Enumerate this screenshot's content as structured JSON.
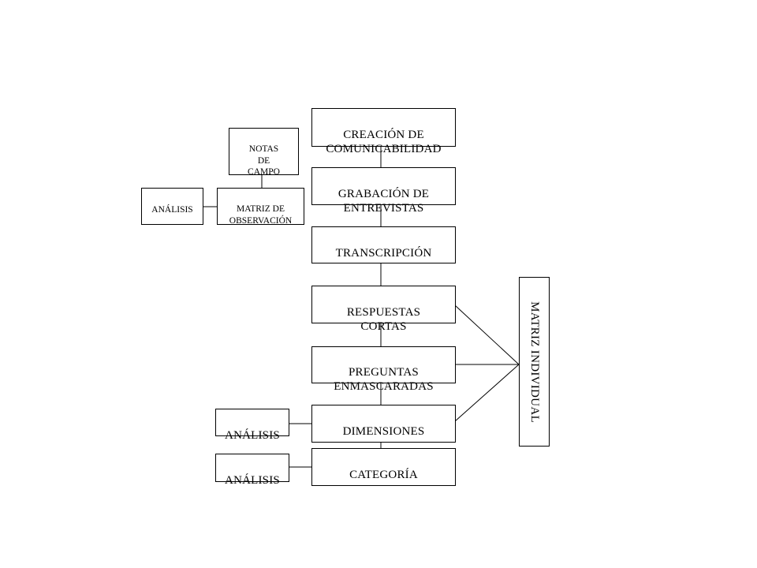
{
  "diagram": {
    "main_flow": {
      "creacion": "CREACIÓN DE\nCOMUNICABILIDAD",
      "grabacion": "GRABACIÓN DE\nENTREVISTAS",
      "transcripcion": "TRANSCRIPCIÓN",
      "respuestas": "RESPUESTAS\nCORTAS",
      "preguntas": "PREGUNTAS\nENMASCARADAS",
      "dimensiones": "DIMENSIONES",
      "categoria": "CATEGORÍA"
    },
    "observation_branch": {
      "notas": "NOTAS\nDE\nCAMPO",
      "matriz_observacion": "MATRIZ DE\nOBSERVACIÓN",
      "analisis": "ANÁLISIS"
    },
    "analisis_dimensiones": "ANÁLISIS",
    "analisis_categoria": "ANÁLISIS",
    "matriz_individual": "MATRIZ INDIVIDUAL",
    "colors": {
      "stroke": "#000000",
      "fill": "#ffffff"
    }
  }
}
